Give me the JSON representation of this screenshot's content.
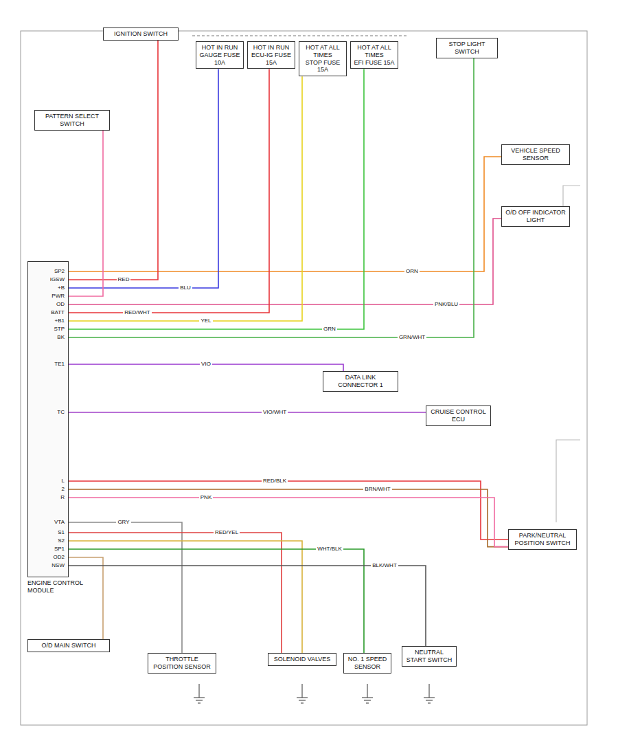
{
  "diagram": {
    "nodes": [
      {
        "text": [
          "IGNITION SWITCH"
        ]
      },
      {
        "text": [
          "HOT IN RUN",
          "GAUGE FUSE 10A"
        ]
      },
      {
        "text": [
          "HOT IN RUN",
          "ECU-IG FUSE 15A"
        ]
      },
      {
        "text": [
          "HOT AT ALL TIMES",
          "STOP FUSE 15A"
        ]
      },
      {
        "text": [
          "HOT AT ALL TIMES",
          "EFI FUSE 15A"
        ]
      },
      {
        "text": [
          "STOP LIGHT SWITCH"
        ]
      },
      {
        "text": [
          "PATTERN SELECT SWITCH"
        ]
      },
      {
        "text": [
          "ENGINE CONTROL MODULE"
        ]
      },
      {
        "text": [
          "O/D MAIN SWITCH"
        ]
      },
      {
        "text": [
          "THROTTLE POSITION SENSOR"
        ]
      },
      {
        "text": [
          "SOLENOID VALVES"
        ]
      },
      {
        "text": [
          "NO. 1 SPEED SENSOR"
        ]
      },
      {
        "text": [
          "NEUTRAL START SWITCH"
        ]
      },
      {
        "text": [
          "PARK/NEUTRAL POSITION SWITCH"
        ]
      },
      {
        "text": [
          "VEHICLE SPEED SENSOR"
        ]
      },
      {
        "text": [
          "O/D OFF INDICATOR LIGHT"
        ]
      },
      {
        "text": [
          "DATA LINK CONNECTOR 1"
        ]
      },
      {
        "text": [
          "CRUISE CONTROL ECU"
        ]
      }
    ],
    "edges": [
      {
        "from": 7,
        "to": 14,
        "arrow": "none",
        "label": "ORN"
      },
      {
        "from": 7,
        "to": 0,
        "arrow": "none",
        "label": "RED"
      },
      {
        "from": 7,
        "to": 1,
        "arrow": "none",
        "label": "BLU"
      },
      {
        "from": 7,
        "to": 6,
        "arrow": "none"
      },
      {
        "from": 7,
        "to": 15,
        "arrow": "none",
        "label": "PNK/BLU"
      },
      {
        "from": 7,
        "to": 2,
        "arrow": "none",
        "label": "RED/WHT"
      },
      {
        "from": 7,
        "to": 3,
        "arrow": "none",
        "label": "YEL"
      },
      {
        "from": 7,
        "to": 4,
        "arrow": "none",
        "label": "GRN"
      },
      {
        "from": 7,
        "to": 5,
        "arrow": "none",
        "label": "GRN/WHT"
      },
      {
        "from": 7,
        "to": 16,
        "arrow": "none",
        "label": "VIO"
      },
      {
        "from": 7,
        "to": 17,
        "arrow": "none",
        "label": "VIO/WHT"
      },
      {
        "from": 7,
        "to": 13,
        "arrow": "none",
        "label": "RED/BLK"
      },
      {
        "from": 7,
        "to": 13,
        "arrow": "none",
        "label": "BRN/WHT"
      },
      {
        "from": 7,
        "to": 13,
        "arrow": "none",
        "label": "PNK"
      },
      {
        "from": 7,
        "to": 9,
        "arrow": "none",
        "label": "GRY"
      },
      {
        "from": 7,
        "to": 10,
        "arrow": "none",
        "label": "RED/YEL"
      },
      {
        "from": 7,
        "to": 10,
        "arrow": "none"
      },
      {
        "from": 7,
        "to": 11,
        "arrow": "none",
        "label": "WHT/BLK"
      },
      {
        "from": 7,
        "to": 8,
        "arrow": "none"
      },
      {
        "from": 7,
        "to": 12,
        "arrow": "none",
        "label": "BLK/WHT"
      }
    ],
    "labels": [
      "SP2",
      "IGSW",
      "+B",
      "PWR",
      "OD",
      "BATT",
      "+B1",
      "STP",
      "BK",
      "TE1",
      "TC",
      "L",
      "2",
      "R",
      "VTA",
      "S1",
      "S2",
      "SP1",
      "OD2",
      "NSW"
    ]
  }
}
